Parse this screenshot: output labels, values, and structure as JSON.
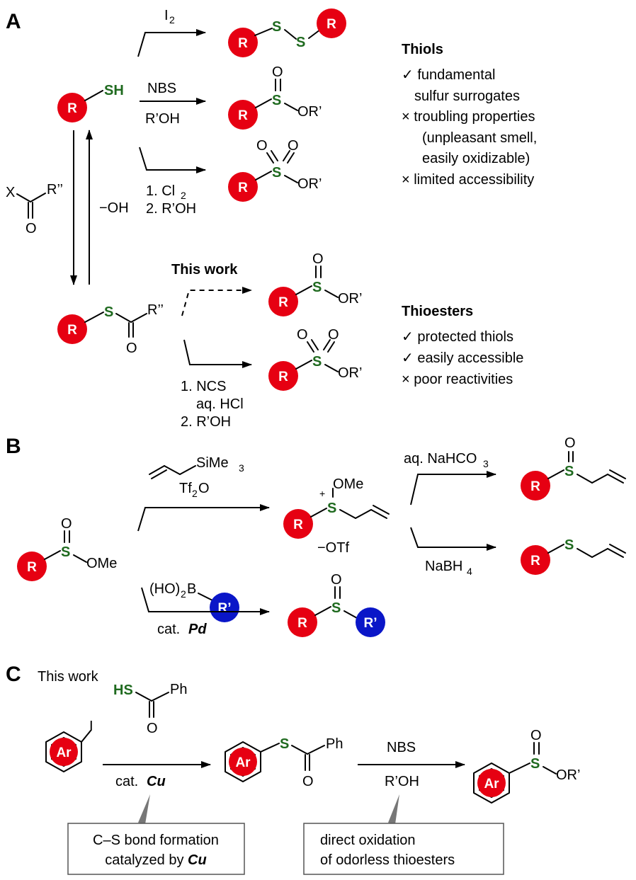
{
  "panels": {
    "a": "A",
    "b": "B",
    "c": "C"
  },
  "atoms": {
    "R": "R",
    "R_prime": "R’",
    "Ar": "Ar",
    "S": "S",
    "SH": "SH",
    "HS": "HS",
    "O": "O",
    "OR_prime": "OR’",
    "OMe": "OMe",
    "R_dprime": "R’’",
    "X": "X",
    "Ph": "Ph",
    "I": "I",
    "plus": "+"
  },
  "reagents": {
    "i2_main": "I",
    "i2_sub": "2",
    "nbs": "NBS",
    "roh": "R’OH",
    "cl2_line1_main": "1. Cl",
    "cl2_line1_sub": "2",
    "cl2_line2": "2. R’OH",
    "hydroxide": "−OH",
    "ncs_line1": "1. NCS",
    "ncs_line2": "aq. HCl",
    "ncs_line3": "2. R’OH",
    "sime3_main": "SiMe",
    "sime3_sub": "3",
    "tf2o_a": "Tf",
    "tf2o_sub": "2",
    "tf2o_b": "O",
    "otf": "−OTf",
    "nahco3_a": "aq. NaHCO",
    "nahco3_sub": "3",
    "nabh4_a": "NaBH",
    "nabh4_sub": "4",
    "boronic_a": "(HO)",
    "boronic_sub": "2",
    "boronic_b": "B",
    "cat": "cat.",
    "pd": "Pd",
    "cu": "Cu"
  },
  "thiols": {
    "heading": "Thiols",
    "items": [
      "✓ fundamental",
      "sulfur surrogates",
      "× troubling properties",
      "(unpleasant smell,",
      "easily oxidizable)",
      "× limited accessibility"
    ]
  },
  "thioesters": {
    "heading": "Thioesters",
    "items": [
      "✓ protected thiols",
      "✓ easily accessible",
      "× poor reactivities"
    ]
  },
  "this_work_a": "This work",
  "this_work_c": "This work",
  "box_cu": {
    "line1": "C–S bond formation",
    "line2a": "catalyzed by ",
    "line2b": "Cu"
  },
  "box_ox": {
    "line1": "direct oxidation",
    "line2": "of odorless thioesters"
  },
  "colors": {
    "red": "#e60012",
    "blue": "#0a16c8",
    "sulfur_green": "#1f6a1f"
  }
}
